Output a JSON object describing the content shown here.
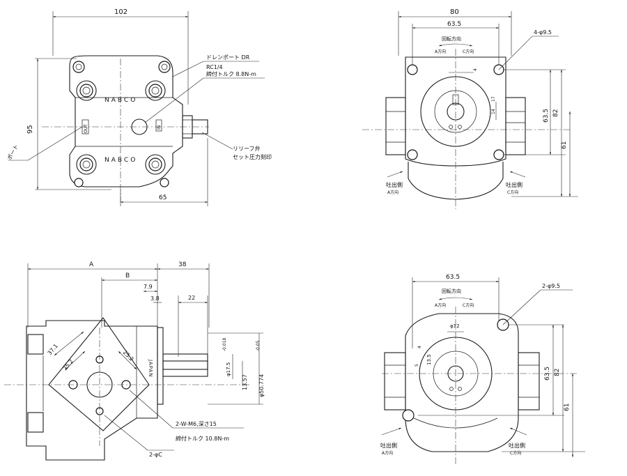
{
  "view_top_left": {
    "dim_width": "102",
    "dim_height": "95",
    "dim_65": "65",
    "brand_top": "NABCO",
    "brand_bottom": "NABCO",
    "port_out": "OUT",
    "port_in": "IN",
    "label_port": "ポート",
    "label_drain": "ドレンポート DR",
    "label_rc": "RC1/4",
    "label_torque": "締付トルク 8.8N-m",
    "label_relief": "リリーフ弁",
    "label_relief2": "セット圧力刻印"
  },
  "view_top_right": {
    "dim_80": "80",
    "dim_635": "63.5",
    "dim_4phi": "4-φ9.5",
    "rotation": "回転方向",
    "dir_a": "A方向",
    "dir_c": "C方向",
    "dim_4": "4",
    "dim_17": "17",
    "dim_14": "14",
    "dim_635v": "63.5",
    "dim_82": "82",
    "dim_61": "61",
    "discharge_l": "吐出側",
    "discharge_l_dir": "A方向",
    "discharge_r": "吐出側",
    "discharge_r_dir": "C方向"
  },
  "view_bottom_left": {
    "dim_a": "A",
    "dim_b": "B",
    "dim_38": "38",
    "dim_79": "7.9",
    "dim_38b": "3.8",
    "dim_22": "22",
    "dim_371": "37.1",
    "dim_252a": "25.2",
    "dim_252b": "25.2",
    "japan": "JAPAN",
    "dim_phi17": "φ17.5",
    "dim_tol1": "-0.018",
    "dim_1357": "13.57",
    "dim_phi50": "φ50.774",
    "dim_tol2": "-0.05",
    "label_tap": "2-W-M6,深さ15",
    "label_torque": "締付トルク 10.8N-m",
    "label_2c": "2-φC"
  },
  "view_bottom_right": {
    "dim_635": "63.5",
    "dim_2phi": "2-φ9.5",
    "rotation": "回転方向",
    "dir_a": "A方向",
    "dir_c": "C方向",
    "dim_12": "φ12",
    "dim_4": "4",
    "dim_135": "13.5",
    "dim_5": "5",
    "dim_635v": "63.5",
    "dim_82": "82",
    "dim_61": "61",
    "discharge_l": "吐出側",
    "discharge_l_dir": "A方向",
    "discharge_r": "吐出側",
    "discharge_r_dir": "C方向"
  }
}
